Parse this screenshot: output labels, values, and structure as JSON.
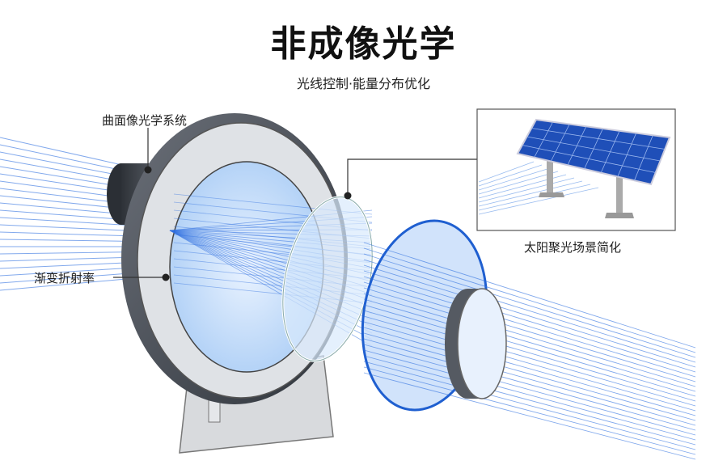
{
  "header": {
    "title": "非成像光学",
    "subtitle": "光线控制·能量分布优化"
  },
  "callouts": {
    "curved_system": "曲面像光学系统",
    "gradient_index": "渐变折射率",
    "solar_inset": "太阳聚光场景简化"
  },
  "colors": {
    "ray": "#2f6fe0",
    "lens_fill": "#cfe2fb",
    "rim": "#4a4f57",
    "panel": "#1f4fb8"
  }
}
